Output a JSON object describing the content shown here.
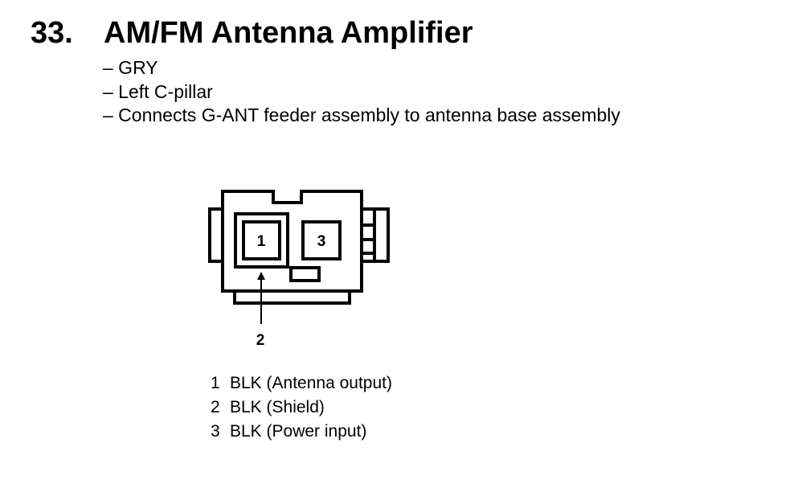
{
  "section": {
    "number": "33.",
    "title": "AM/FM Antenna Amplifier"
  },
  "notes": [
    "– GRY",
    "– Left C-pillar",
    "– Connects G-ANT feeder assembly to antenna base assembly"
  ],
  "connector": {
    "terminal_labels": [
      "1",
      "3"
    ],
    "callout_label": "2"
  },
  "pins": [
    {
      "num": "1",
      "desc": "BLK (Antenna output)"
    },
    {
      "num": "2",
      "desc": "BLK (Shield)"
    },
    {
      "num": "3",
      "desc": "BLK (Power input)"
    }
  ]
}
